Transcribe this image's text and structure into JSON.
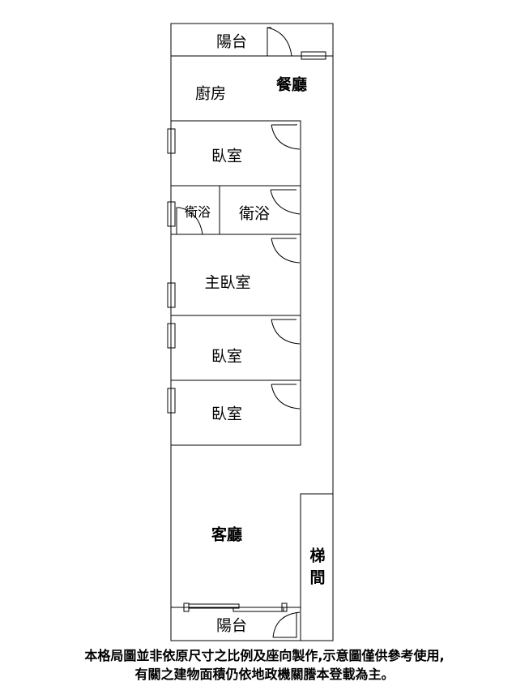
{
  "rooms": {
    "balcony_top": "陽台",
    "kitchen": "廚房",
    "dining": "餐廳",
    "bedroom1": "臥室",
    "bath_small": "衛浴",
    "bath": "衛浴",
    "master_bedroom": "主臥室",
    "bedroom2": "臥室",
    "bedroom3": "臥室",
    "living": "客廳",
    "stairs": "梯間",
    "balcony_bottom": "陽台"
  },
  "disclaimer": {
    "line1": "本格局圖並非依原尺寸之比例及座向製作,示意圖僅供參考使用,",
    "line2": "有關之建物面積仍依地政機關謄本登載為主。"
  }
}
